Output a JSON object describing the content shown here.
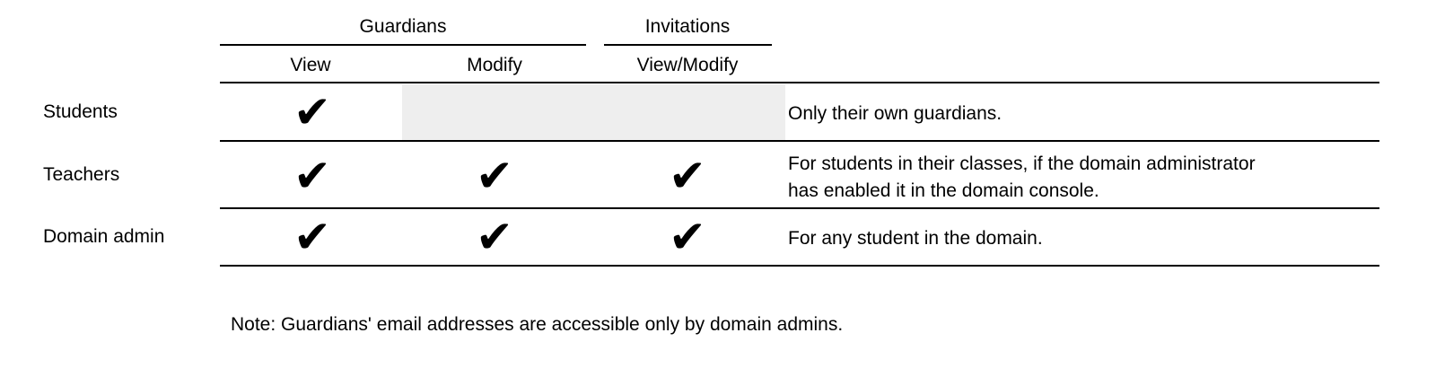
{
  "table": {
    "groups": [
      {
        "label": "Guardians"
      },
      {
        "label": "Invitations"
      }
    ],
    "columns": {
      "view": "View",
      "modify": "Modify",
      "view_modify": "View/Modify"
    },
    "rows": [
      {
        "role": "Students",
        "view": "✔",
        "modify": "",
        "view_modify": "",
        "shaded": "Modify and View/Modify cells shaded gray",
        "note_lines": [
          "Only their own guardians."
        ]
      },
      {
        "role": "Teachers",
        "view": "✔",
        "modify": "✔",
        "view_modify": "✔",
        "note_lines": [
          "For students in their classes, if the domain administrator",
          "has enabled it in the domain console."
        ]
      },
      {
        "role": "Domain admin",
        "view": "✔",
        "modify": "✔",
        "view_modify": "✔",
        "note_lines": [
          "For any student in the domain."
        ]
      }
    ]
  },
  "footnote": "Note: Guardians' email addresses are accessible only by domain admins.",
  "colors": {
    "shade": "#eeeeee",
    "rule": "#000000",
    "text": "#000000",
    "background": "#ffffff"
  }
}
